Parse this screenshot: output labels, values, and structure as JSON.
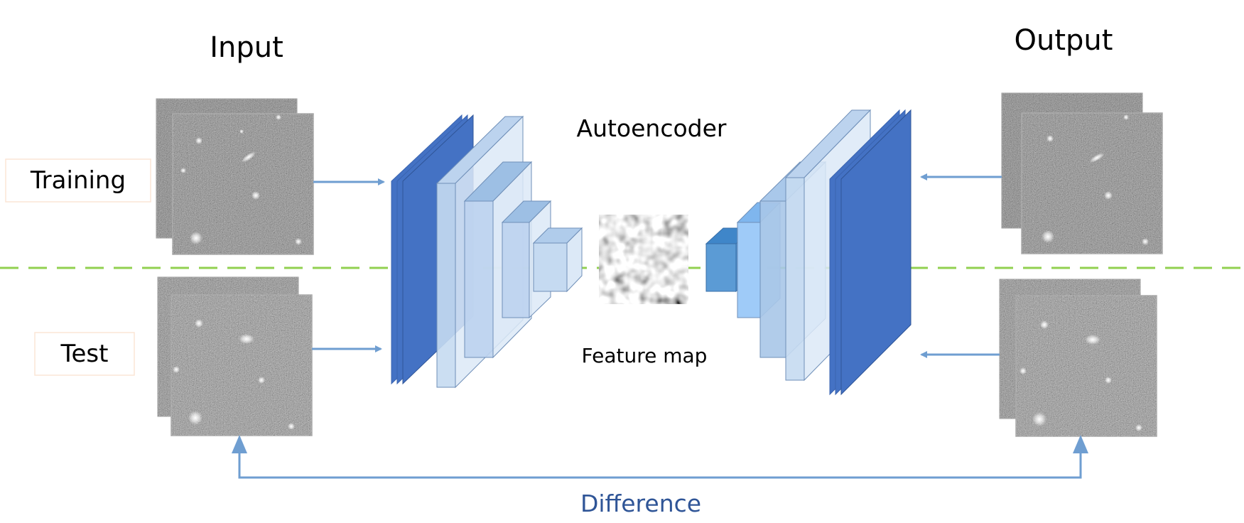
{
  "labels": {
    "input": "Input",
    "output": "Output",
    "autoencoder": "Autoencoder",
    "training": "Training",
    "test": "Test",
    "feature_map": "Feature map",
    "difference": "Difference"
  },
  "colors": {
    "arrow": "#6f9ed1",
    "divider": "#92d050",
    "layer_dark": "#4472c4",
    "layer_light": "#dce9f7",
    "difference_text": "#2f5597",
    "label_box_border": "#fbe5d6"
  }
}
